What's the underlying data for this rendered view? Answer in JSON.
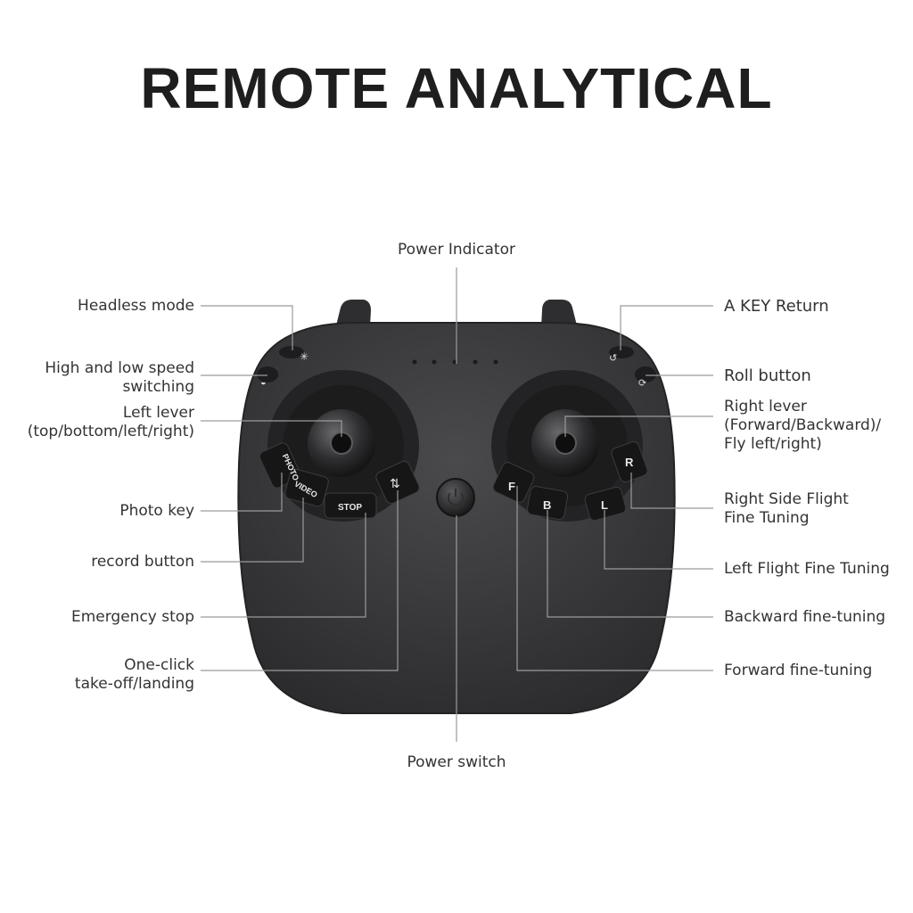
{
  "title": "REMOTE ANALYTICAL",
  "labels": {
    "power_indicator": "Power Indicator",
    "headless_mode": "Headless mode",
    "speed_switching": [
      "High and low speed",
      "switching"
    ],
    "left_lever": [
      "Left lever",
      "(top/bottom/left/right)"
    ],
    "photo_key": "Photo key",
    "record_button": "record button",
    "emergency_stop": "Emergency stop",
    "one_click": [
      "One-click",
      "take-off/landing"
    ],
    "power_switch": "Power switch",
    "a_key_return": "A KEY Return",
    "roll_button": "Roll button",
    "right_lever": [
      "Right lever",
      "(Forward/Backward)/",
      "Fly left/right)"
    ],
    "right_side_fine": [
      "Right Side Flight",
      "Fine Tuning"
    ],
    "left_flight_fine": "Left Flight Fine Tuning",
    "backward_fine": "Backward fine-tuning",
    "forward_fine": "Forward fine-tuning"
  },
  "device_buttons": {
    "photo": "PHOTO",
    "video": "VIDEO",
    "stop": "STOP",
    "f": "F",
    "b": "B",
    "l": "L",
    "r": "R"
  },
  "colors": {
    "body": "#3a3a3c",
    "body_dark": "#2a2a2c",
    "leader_line": "#9a9a9a"
  }
}
